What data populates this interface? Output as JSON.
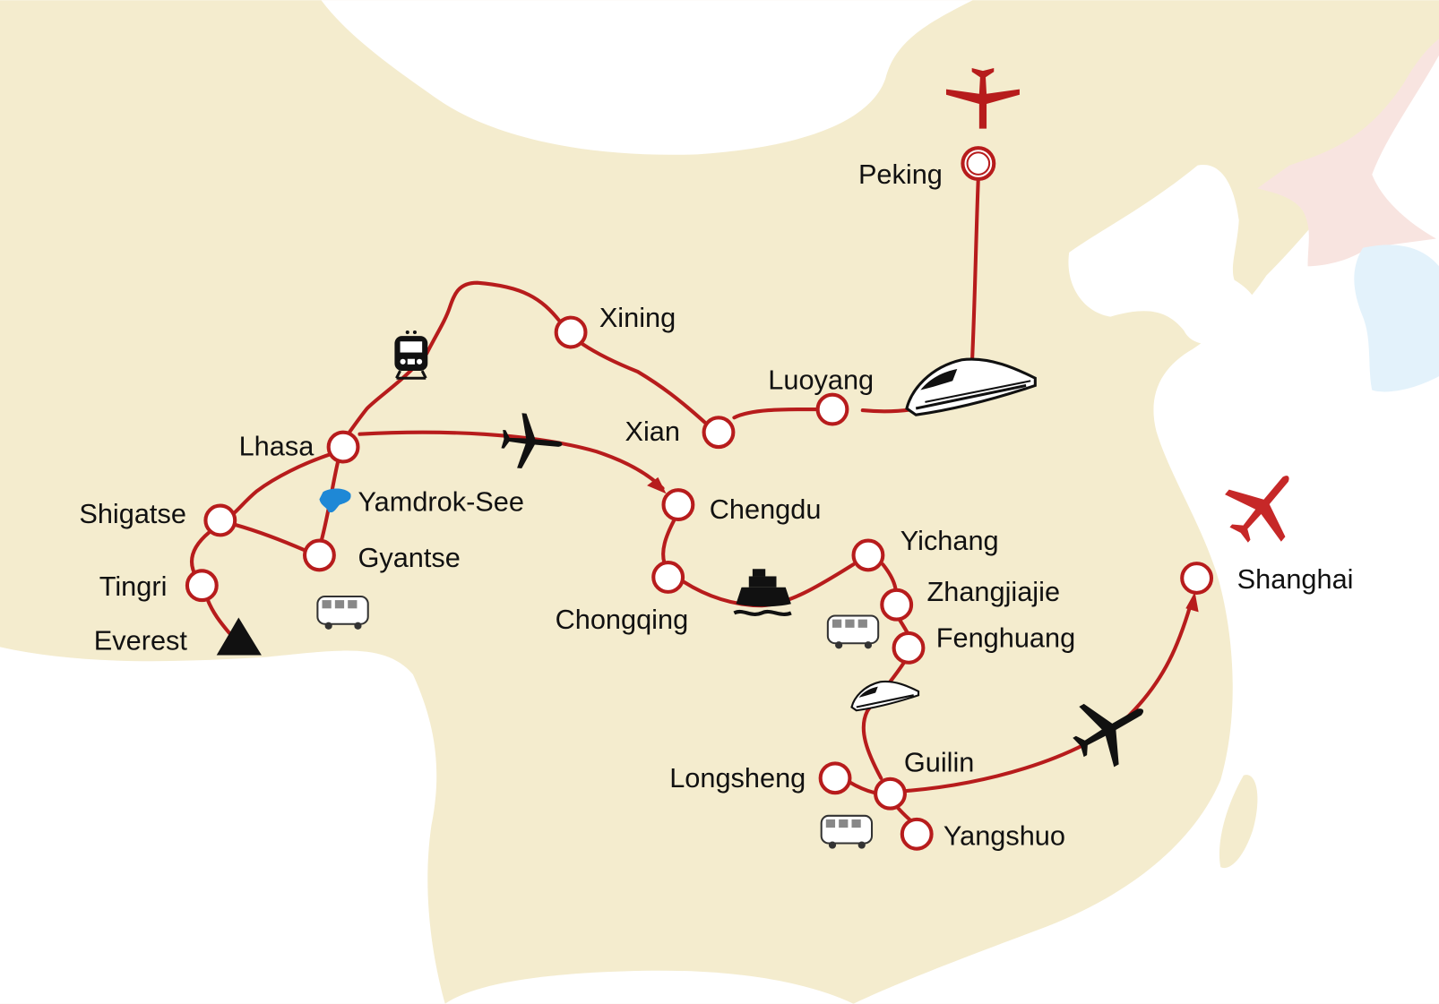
{
  "colors": {
    "land": "#f4ecce",
    "north_korea": "#f8e4e0",
    "south_korea": "#e3f2fb",
    "route": "#b71c1c",
    "sea": "#ffffff"
  },
  "cities": {
    "peking": "Peking",
    "xining": "Xining",
    "luoyang": "Luoyang",
    "xian": "Xian",
    "lhasa": "Lhasa",
    "yamdrok": "Yamdrok-See",
    "chengdu": "Chengdu",
    "shigatse": "Shigatse",
    "gyantse": "Gyantse",
    "tingri": "Tingri",
    "everest": "Everest",
    "chongqing": "Chongqing",
    "yichang": "Yichang",
    "zhangjiajie": "Zhangjiajie",
    "fenghuang": "Fenghuang",
    "shanghai": "Shanghai",
    "longsheng": "Longsheng",
    "guilin": "Guilin",
    "yangshuo": "Yangshuo"
  },
  "icons": [
    "plane-arrival-icon",
    "high-speed-train-icon",
    "train-icon",
    "plane-icon",
    "lake-icon",
    "van-icon",
    "mountain-icon",
    "boat-icon",
    "plane-departure-icon"
  ]
}
